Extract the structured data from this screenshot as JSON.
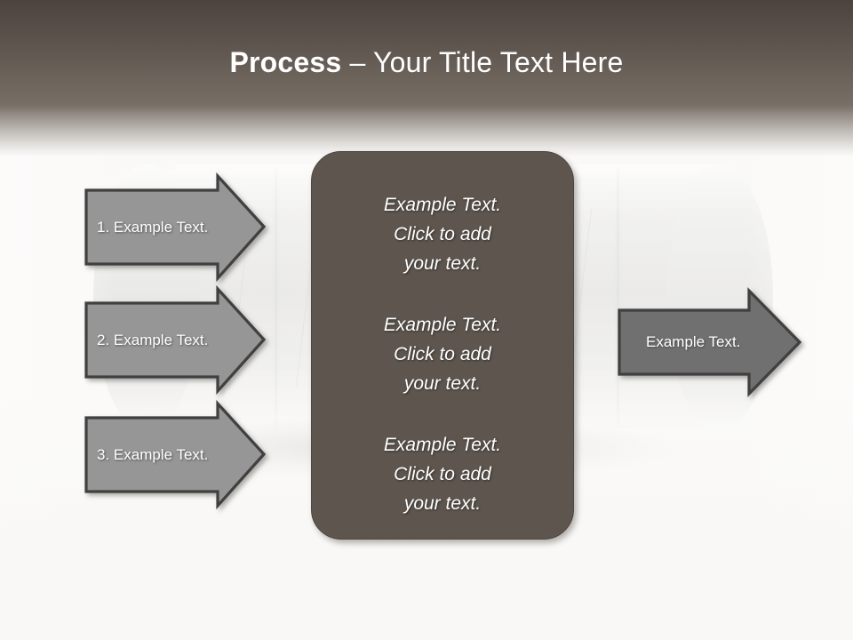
{
  "slide": {
    "title_strong": "Process",
    "title_rest": " – Your Title Text Here",
    "background_image": "tire-photo",
    "colors": {
      "header_dark": "#4b433d",
      "header_light": "#776e66",
      "center_box": "#5d554e",
      "arrow_left_fill": "#969696",
      "arrow_right_fill": "#6f6f6f",
      "arrow_outline": "#3f3f3f",
      "slide_background": "#f9f8f6",
      "text": "#ffffff"
    }
  },
  "left_arrows": [
    {
      "label": "1. Example Text."
    },
    {
      "label": "2. Example Text."
    },
    {
      "label": "3. Example Text."
    }
  ],
  "center_box": {
    "paragraphs": [
      "Example Text.\nClick  to add\nyour text.",
      "Example Text.\nClick  to add\nyour text.",
      "Example Text.\nClick  to add\nyour text."
    ]
  },
  "right_arrows": [
    {
      "label": "Example Text."
    }
  ]
}
